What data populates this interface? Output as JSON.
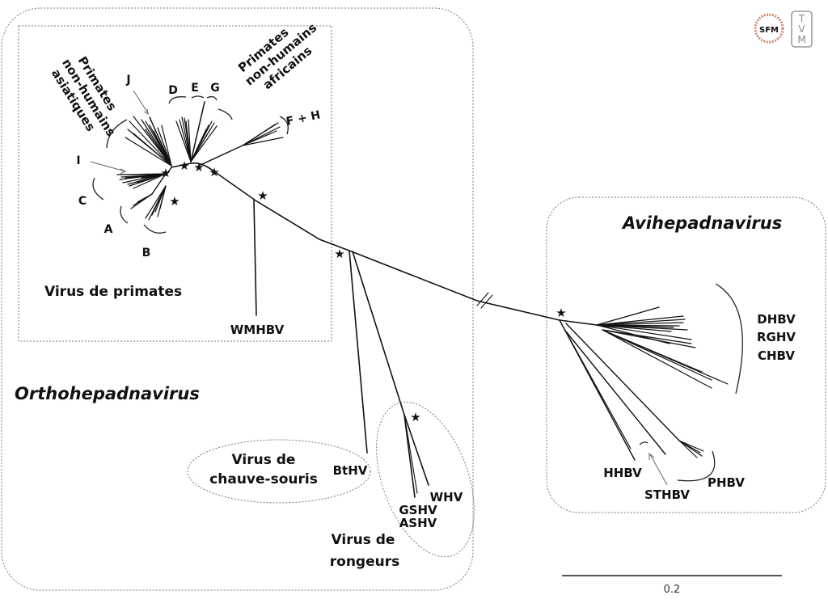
{
  "logos": {
    "sfm": "SFM",
    "tvm": [
      "T",
      "V",
      "M"
    ]
  },
  "groups": {
    "orthohepadnavirus": "Orthohepadnavirus",
    "avihepadnavirus": "Avihepadnavirus",
    "primates": "Virus de primates",
    "bats": [
      "Virus de",
      "chauve-souris"
    ],
    "rodents": [
      "Virus de",
      "rongeurs"
    ],
    "asian_primates": [
      "Primates",
      "non-humains",
      "asiatiques"
    ],
    "african_primates": [
      "Primates",
      "non-humains",
      "africains"
    ]
  },
  "genotypes": {
    "A": "A",
    "B": "B",
    "C": "C",
    "D": "D",
    "E": "E",
    "F_H": "F + H",
    "G": "G",
    "I": "I",
    "J": "J"
  },
  "taxa": {
    "wmhbv": "WMHBV",
    "bthv": "BtHV",
    "whv": "WHV",
    "gshv": "GSHV",
    "ashv": "ASHV",
    "dhbv_group": [
      "DHBV",
      "RGHV",
      "CHBV"
    ],
    "hhbv": "HHBV",
    "sthbv": "STHBV",
    "phbv": "PHBV"
  },
  "support_marker": "★",
  "scale_bar": {
    "label": "0.2",
    "value": 0.2
  }
}
